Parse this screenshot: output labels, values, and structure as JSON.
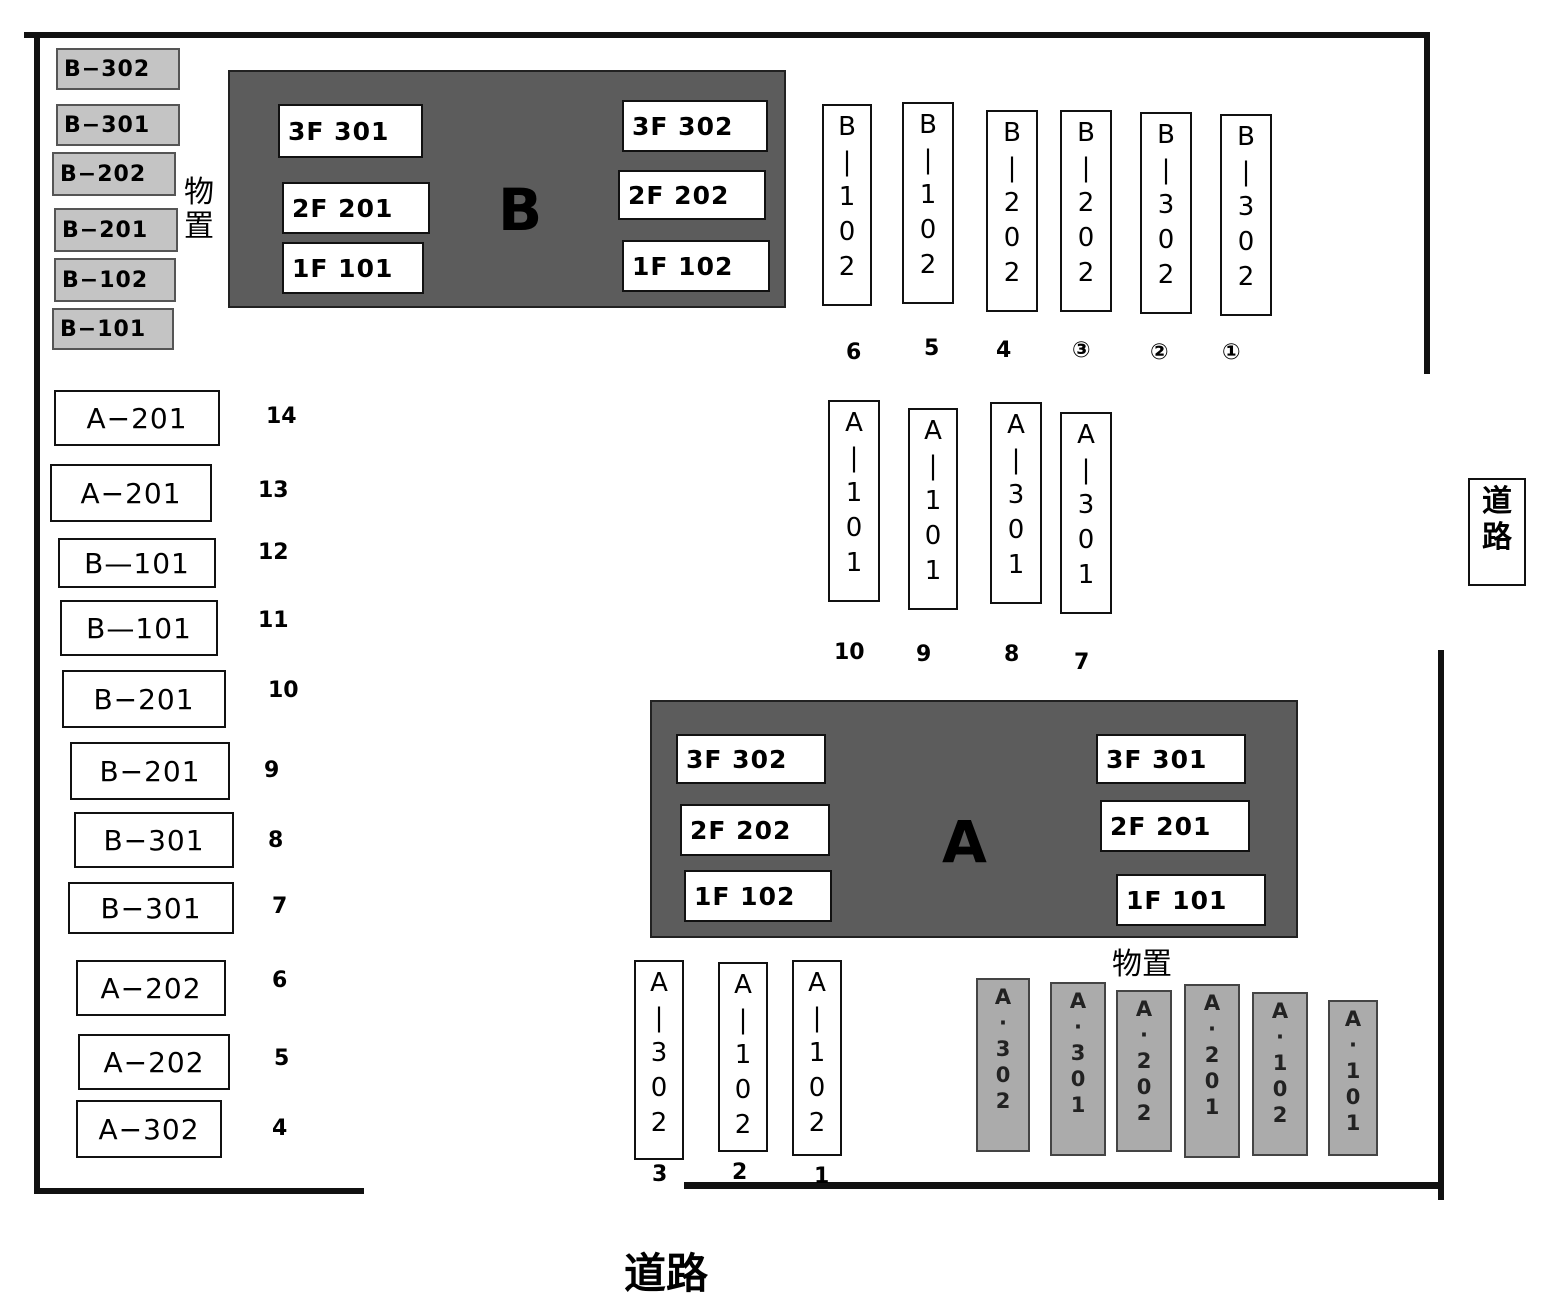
{
  "building_b": {
    "letter": "B",
    "units": [
      "3F 301",
      "2F 201",
      "1F 101",
      "3F 302",
      "2F 202",
      "1F 102"
    ]
  },
  "building_a": {
    "letter": "A",
    "units": [
      "3F 302",
      "2F 202",
      "1F 102",
      "3F 301",
      "2F 201",
      "1F 101"
    ]
  },
  "storage_label": "物置",
  "road_label": "道路",
  "storage_b": [
    "B−302",
    "B−301",
    "B−202",
    "B−201",
    "B−102",
    "B−101"
  ],
  "storage_a": [
    "A\n·\n3\n0\n2",
    "A\n·\n3\n0\n1",
    "A\n·\n2\n0\n2",
    "A\n·\n2\n0\n1",
    "A\n·\n1\n0\n2",
    "A\n·\n1\n0\n1"
  ],
  "left_slots": {
    "labels": [
      "A−201",
      "A−201",
      "B—101",
      "B—101",
      "B−201",
      "B−201",
      "B−301",
      "B−301",
      "A−202",
      "A−202",
      "A−302"
    ],
    "numbers": [
      "14",
      "13",
      "12",
      "11",
      "10",
      "9",
      "8",
      "7",
      "6",
      "5",
      "4"
    ]
  },
  "top_slots": {
    "labels": [
      "B\n|\n1\n0\n2",
      "B\n|\n1\n0\n2",
      "B\n|\n2\n0\n2",
      "B\n|\n2\n0\n2",
      "B\n|\n3\n0\n2",
      "B\n|\n3\n0\n2"
    ],
    "numbers": [
      "6",
      "5",
      "4",
      "③",
      "②",
      "①"
    ]
  },
  "mid_slots": {
    "labels": [
      "A\n|\n1\n0\n1",
      "A\n|\n1\n0\n1",
      "A\n|\n3\n0\n1",
      "A\n|\n3\n0\n1"
    ],
    "numbers": [
      "10",
      "9",
      "8",
      "7"
    ]
  },
  "bottom_slots": {
    "labels": [
      "A\n|\n3\n0\n2",
      "A\n|\n1\n0\n2",
      "A\n|\n1\n0\n2"
    ],
    "numbers": [
      "3",
      "2",
      "1"
    ]
  }
}
